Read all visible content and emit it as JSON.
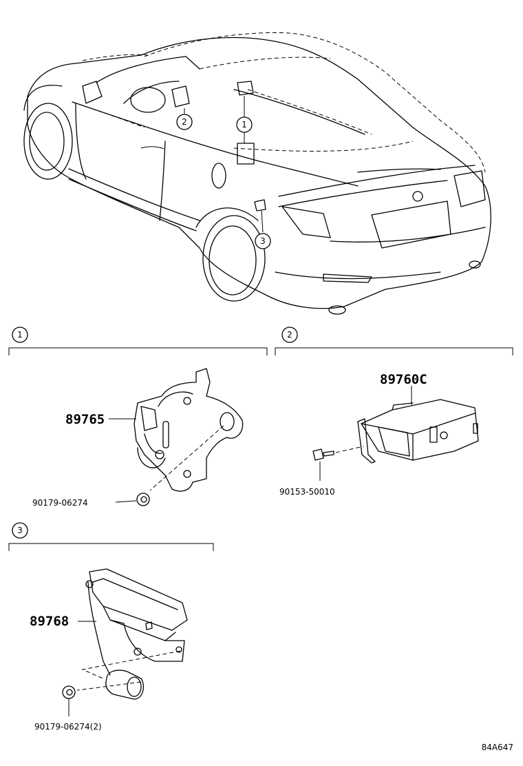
{
  "callouts": {
    "c1": "1",
    "c2": "2",
    "c3": "3"
  },
  "sections": [
    {
      "num": "1",
      "parts": {
        "main": "89765",
        "fastener": "90179-06274"
      }
    },
    {
      "num": "2",
      "parts": {
        "main": "89760C",
        "fastener": "90153-50010"
      }
    },
    {
      "num": "3",
      "parts": {
        "main": "89768",
        "fastener": "90179-06274(2)"
      }
    }
  ],
  "diagram_code": "84A647"
}
